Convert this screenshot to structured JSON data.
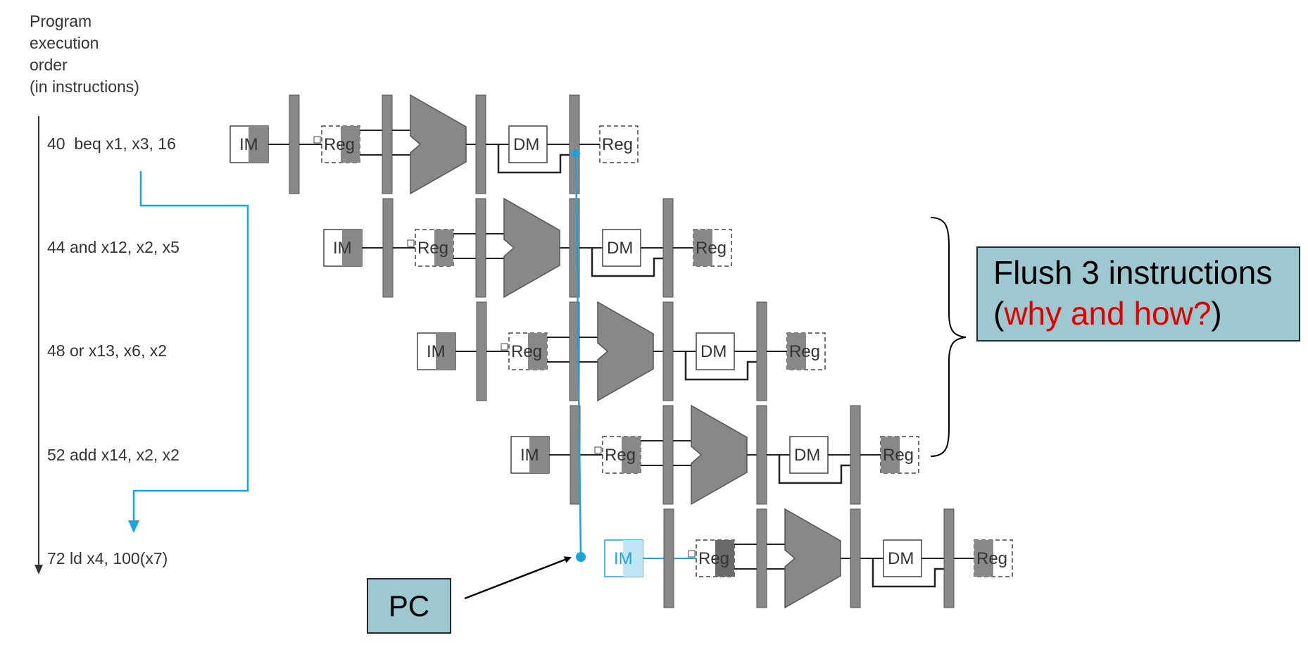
{
  "axis_label": [
    "Program",
    "execution",
    "order",
    "(in instructions)"
  ],
  "instructions": [
    {
      "text": "40  beq x1, x3, 16"
    },
    {
      "text": "44 and x12, x2, x5"
    },
    {
      "text": "48 or x13, x6, x2"
    },
    {
      "text": "52 add x14, x2, x2"
    },
    {
      "text": "72 ld x4, 100(x7)"
    }
  ],
  "stages": {
    "im": "IM",
    "reg": "Reg",
    "dm": "DM"
  },
  "callout": {
    "line1": "Flush 3 instructions",
    "open": "(",
    "highlight": "why and how?",
    "close": ")"
  },
  "pc_label": "PC",
  "colors": {
    "branch": "#1aa3dd",
    "stage_gray": "#888888",
    "box_fill": "#9ec8cf",
    "highlight": "#e00000"
  }
}
